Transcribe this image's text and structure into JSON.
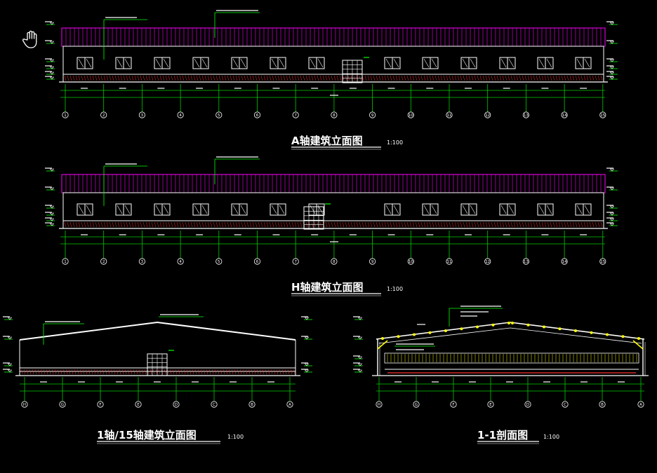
{
  "drawings": [
    {
      "id": "a",
      "title": "A轴建筑立面图",
      "scale": "1:100",
      "axis_labels": [
        "1",
        "2",
        "3",
        "4",
        "5",
        "6",
        "7",
        "8",
        "9",
        "10",
        "11",
        "12",
        "13",
        "14",
        "15"
      ]
    },
    {
      "id": "h",
      "title": "H轴建筑立面图",
      "scale": "1:100",
      "axis_labels": [
        "1",
        "2",
        "3",
        "4",
        "5",
        "6",
        "7",
        "8",
        "9",
        "10",
        "11",
        "12",
        "13",
        "14",
        "15"
      ]
    },
    {
      "id": "side",
      "title": "1轴/15轴建筑立面图",
      "scale": "1:100",
      "axis_labels": [
        "H",
        "G",
        "F",
        "E",
        "D",
        "C",
        "B",
        "A"
      ]
    },
    {
      "id": "section",
      "title": "1-1剖面图",
      "scale": "1:100",
      "axis_labels": [
        "H",
        "G",
        "F",
        "E",
        "D",
        "C",
        "B",
        "A"
      ]
    }
  ],
  "colors": {
    "background": "#000000",
    "roof_magenta": "#ff00ff",
    "wall_white": "#ffffff",
    "leader_green": "#00ff00",
    "base_red": "#ff3030",
    "section_yellow": "#ffff00",
    "dim_green": "#00cc00"
  },
  "icons": {
    "cursor": "hand-pan-icon"
  }
}
